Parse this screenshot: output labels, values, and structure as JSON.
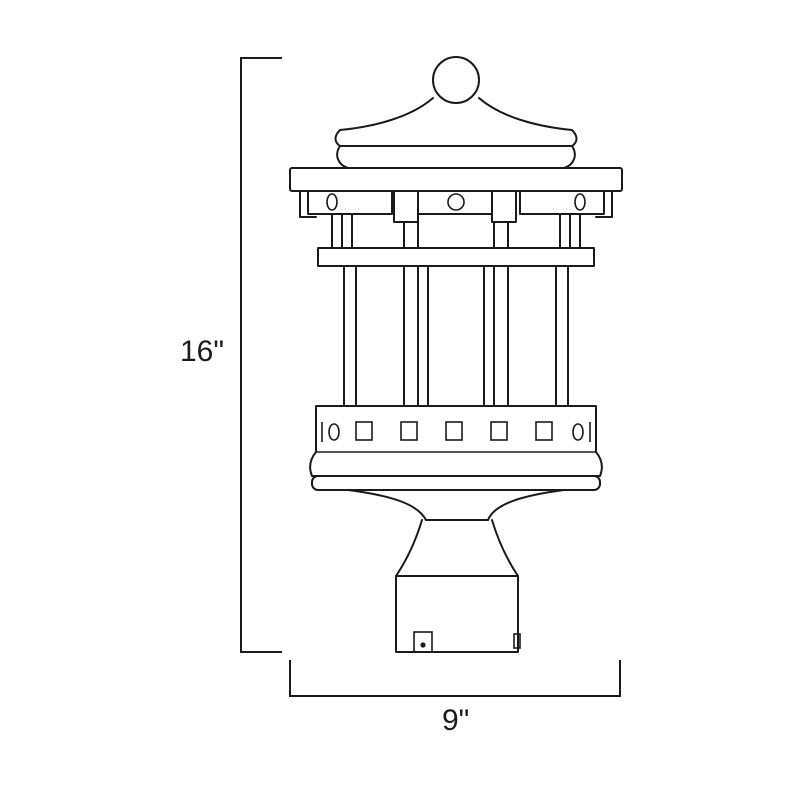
{
  "dimensions": {
    "height_label": "16\"",
    "width_label": "9\""
  },
  "subject": {
    "icon": "post-lantern-line-drawing"
  },
  "colors": {
    "line": "#1a1a1a",
    "background": "#ffffff"
  }
}
